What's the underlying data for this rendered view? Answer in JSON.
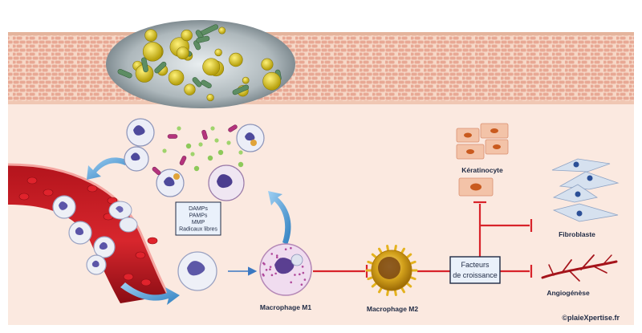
{
  "diagram": {
    "inflammatory_signals": [
      "DAMPs",
      "PAMPs",
      "MMP",
      "Radicaux libres"
    ],
    "labels": {
      "macrophage_m1": "Macrophage M1",
      "macrophage_m2": "Macrophage M2",
      "growth_factors_line1": "Facteurs",
      "growth_factors_line2": "de croissance",
      "keratinocyte": "Kératinocyte",
      "fibroblast": "Fibroblaste",
      "angiogenesis": "Angiogénèse"
    },
    "copyright": "©plaieXpertise.fr"
  }
}
